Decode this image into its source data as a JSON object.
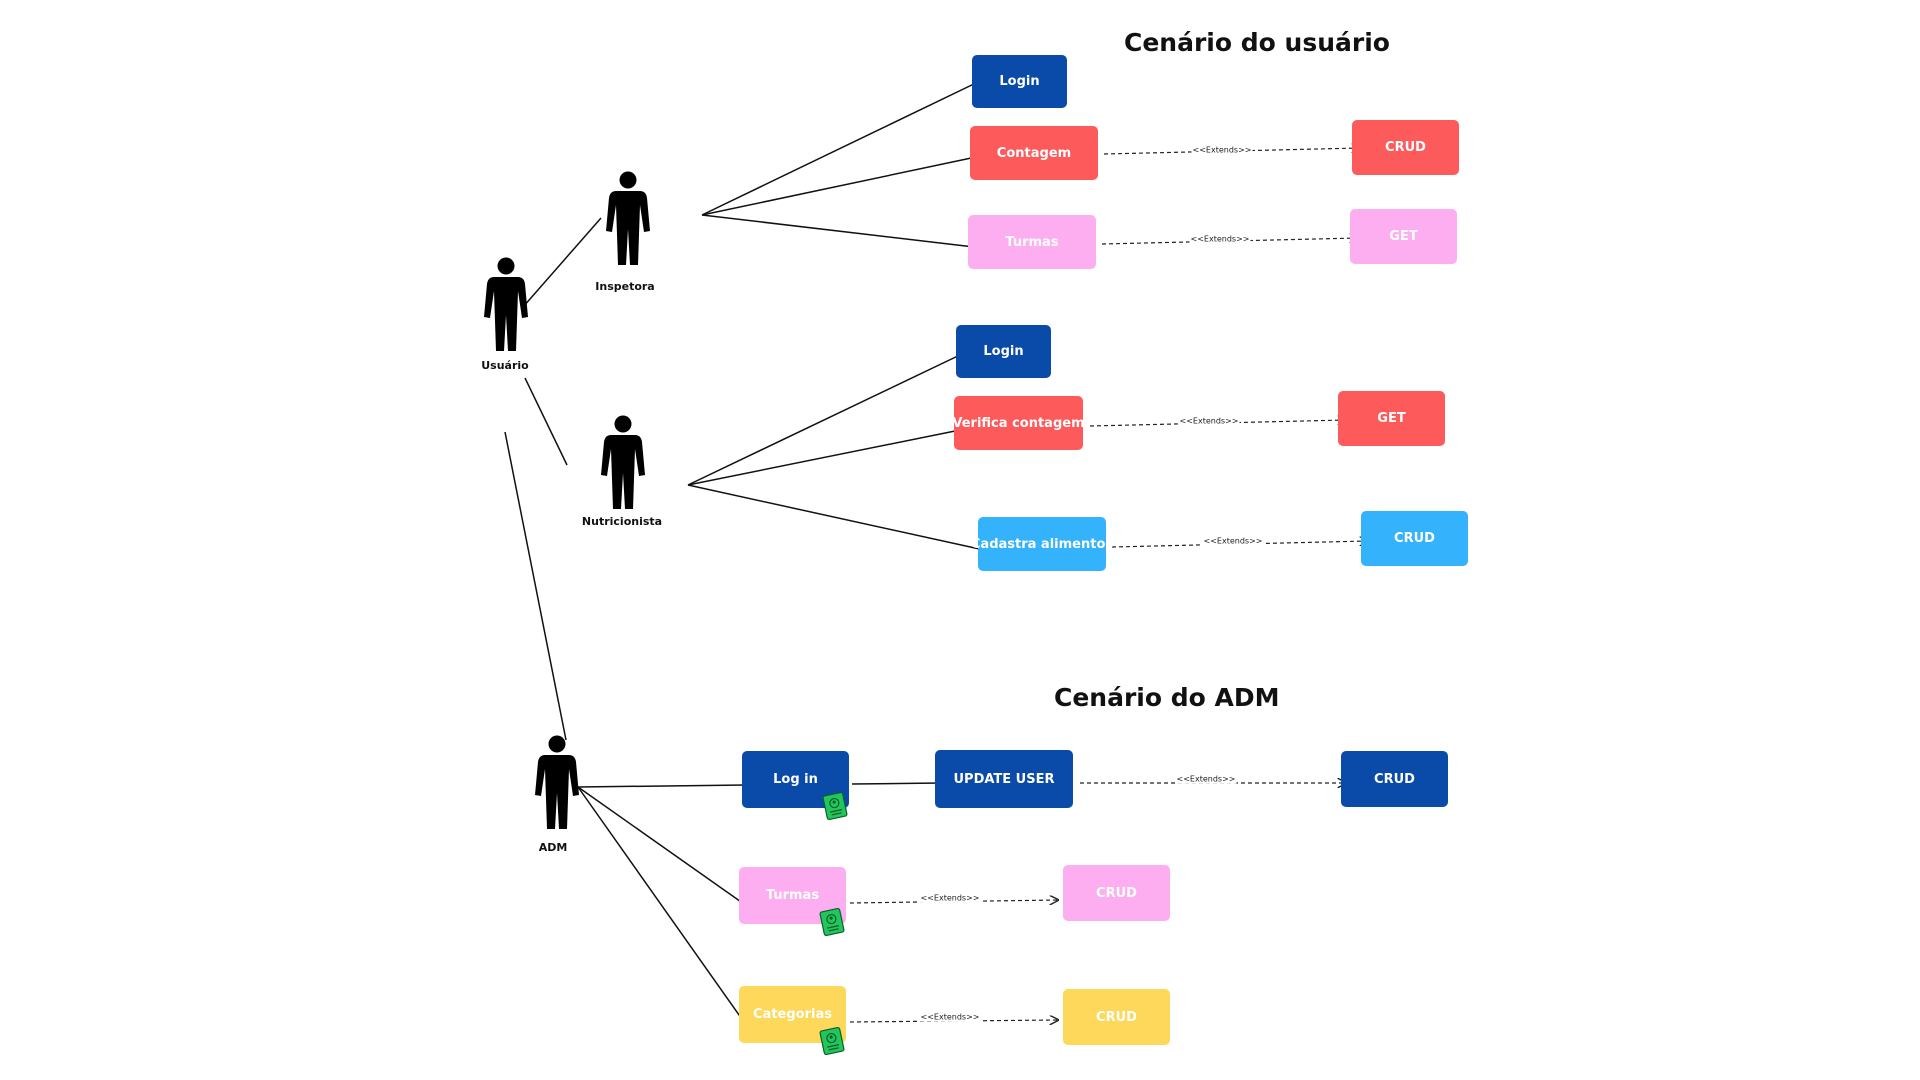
{
  "titles": {
    "user_scenario": "Cenário do usuário",
    "adm_scenario": "Cenário do ADM"
  },
  "actors": {
    "usuario": "Usuário",
    "inspetora": "Inspetora",
    "nutricionista": "Nutricionista",
    "adm": "ADM"
  },
  "inspetora_cases": {
    "login": "Login",
    "contagem": "Contagem",
    "turmas": "Turmas",
    "contagem_target": "CRUD",
    "turmas_target": "GET"
  },
  "nutricionista_cases": {
    "login": "Login",
    "verifica": "Verifica contagem",
    "cadastra": "Cadastra alimentos",
    "verifica_target": "GET",
    "cadastra_target": "CRUD"
  },
  "adm_cases": {
    "login": "Log in",
    "update_user": "UPDATE USER",
    "update_target": "CRUD",
    "turmas": "Turmas",
    "turmas_target": "CRUD",
    "categorias": "Categorias",
    "categorias_target": "CRUD"
  },
  "relation_label": "<<Extends>>",
  "icons": {
    "actor": "person-silhouette-icon",
    "badge": "id-card-icon"
  },
  "colors": {
    "navy": "#0a4aa8",
    "red": "#fc5a5b",
    "pink": "#fdaef0",
    "sky": "#35b2fc",
    "yellow": "#fdd85a",
    "badge": "#22c55e"
  }
}
